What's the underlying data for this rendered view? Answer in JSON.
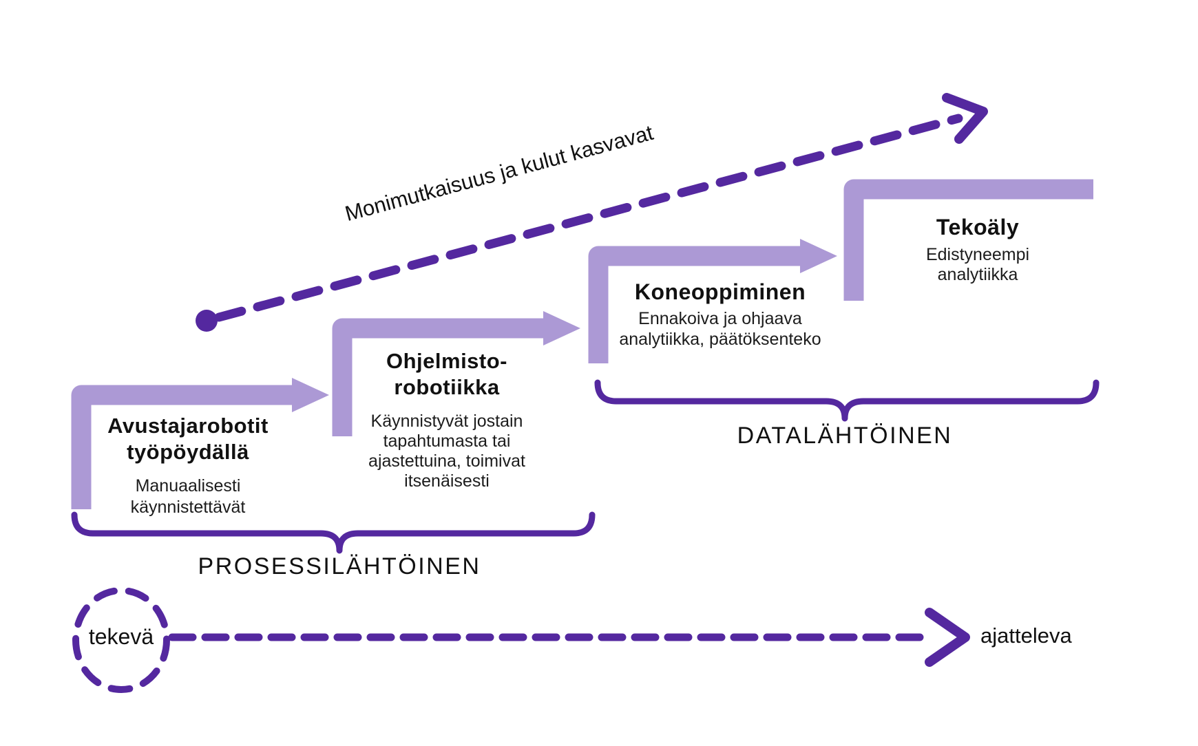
{
  "colors": {
    "dark_purple": "#54289f",
    "light_purple": "#ac99d5",
    "text_color": "#111111",
    "background": "#ffffff"
  },
  "complexity_arrow": {
    "label": "Monimutkaisuus ja kulut kasvavat"
  },
  "steps": [
    {
      "title": "Avustajarobotit\ntyöpöydällä",
      "description": "Manuaalisesti\nkäynnistettävät"
    },
    {
      "title": "Ohjelmisto-\nrobotiikka",
      "description": "Käynnistyvät jostain\ntapahtumasta tai\najastettuina, toimivat\nitsenäisesti"
    },
    {
      "title": "Koneoppiminen",
      "description": "Ennakoiva ja ohjaava\nanalytiikka, päätöksenteko"
    },
    {
      "title": "Tekoäly",
      "description": "Edistyneempi\nanalytiikka"
    }
  ],
  "categories": [
    {
      "label": "PROSESSILÄHTÖINEN"
    },
    {
      "label": "DATALÄHTÖINEN"
    }
  ],
  "spectrum": {
    "start_label": "tekevä",
    "end_label": "ajatteleva"
  }
}
